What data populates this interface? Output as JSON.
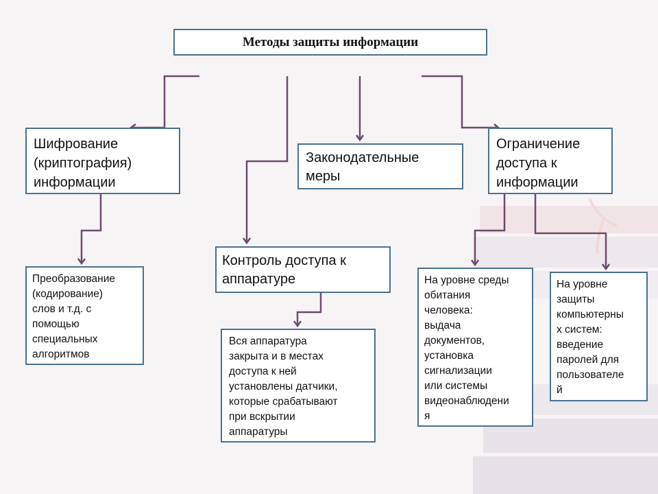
{
  "diagram": {
    "title": "Методы защиты информации",
    "methods": {
      "encryption": "Шифрование\n(криптография)\nинформации",
      "legislative": "Законодательные\nмеры",
      "access_restriction": "Ограничение\nдоступа к\nинформации",
      "hardware_access": "Контроль доступа к\nаппаратуре"
    },
    "details": {
      "transformation": "Преобразование\n(кодирование)\nслов и т.д. с\nпомощью\nспециальных\nалгоритмов",
      "hardware_sensors": "Вся аппаратура\nзакрыта и в местах\nдоступа к ней\nустановлены датчики,\nкоторые срабатывают\nпри вскрытии\nаппаратуры",
      "environment_level": "На уровне среды\nобитания\nчеловека:\nвыдача\nдокументов,\nустановка\nсигнализации\nили системы\nвидеонаблюдени\nя",
      "computer_level": "На уровне\nзащиты\nкомпьютерны\nх систем:\nвведение\nпаролей для\nпользователе\nй"
    }
  },
  "colors": {
    "connector": "#6b4a6e",
    "box_border": "#4a7090",
    "background": "#f7f4f5"
  }
}
